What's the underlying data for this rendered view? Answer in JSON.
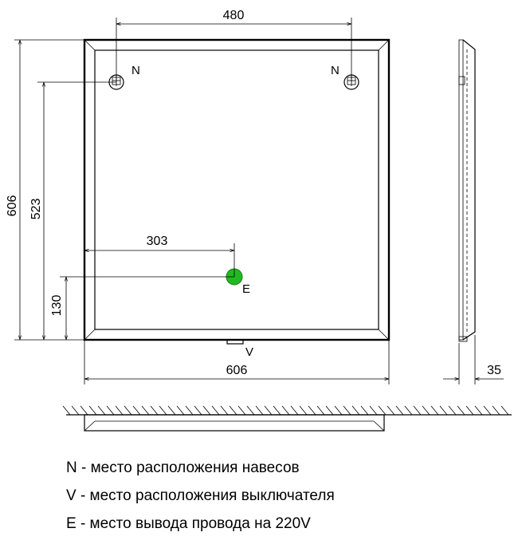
{
  "dimensions": {
    "top_hooks_distance": "480",
    "total_height": "606",
    "hook_height": "523",
    "outlet_height": "130",
    "outlet_horizontal": "303",
    "total_width": "606",
    "depth": "35"
  },
  "markers": {
    "hook_left": "N",
    "hook_right": "N",
    "outlet": "E",
    "switch": "V"
  },
  "colors": {
    "outlet_fill": "#22b822",
    "outlet_stroke": "#1a7a1a",
    "line": "#000000"
  },
  "legend": [
    "N - место расположения навесов",
    "V - место расположения выключателя",
    "E - место вывода провода на 220V"
  ]
}
